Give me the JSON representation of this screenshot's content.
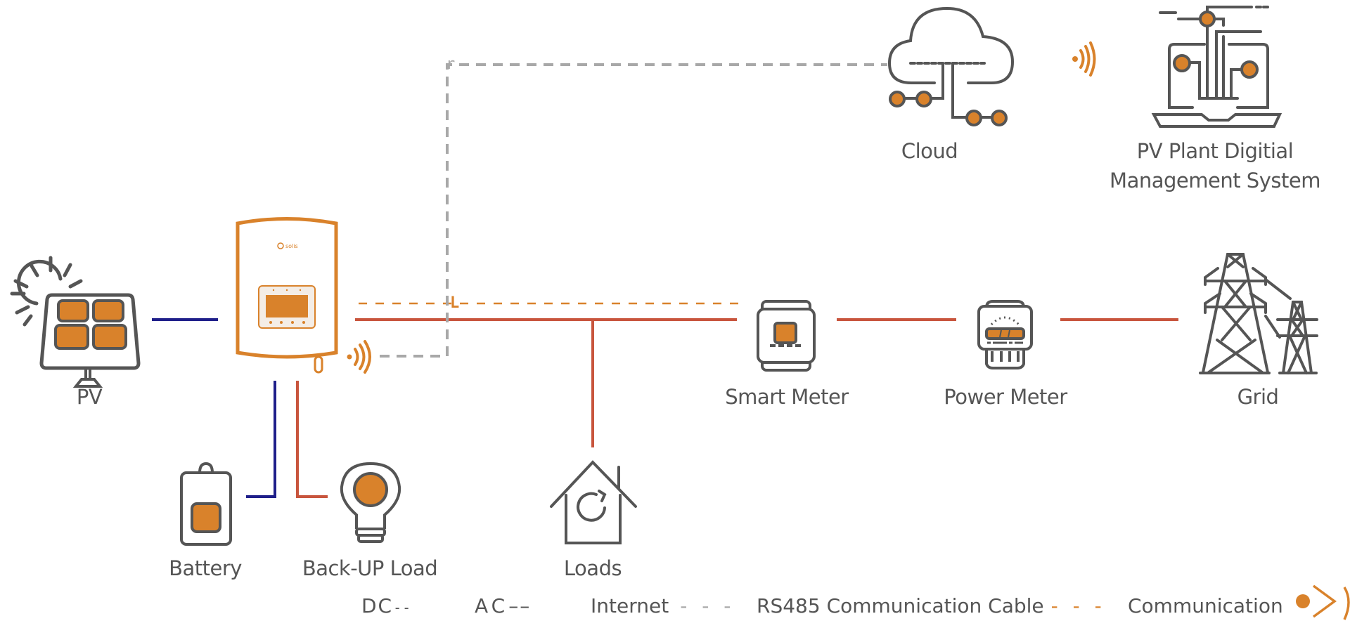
{
  "nodes": {
    "pv": {
      "label": "PV"
    },
    "inverter": {
      "brand": "solis"
    },
    "battery": {
      "label": "Battery"
    },
    "backup_load": {
      "label": "Back-UP Load"
    },
    "loads": {
      "label": "Loads"
    },
    "smart_meter": {
      "label": "Smart Meter"
    },
    "power_meter": {
      "label": "Power Meter"
    },
    "grid": {
      "label": "Grid"
    },
    "cloud": {
      "label": "Cloud"
    },
    "pv_plant": {
      "label_line1": "PV Plant Digitial",
      "label_line2": "Management System"
    }
  },
  "legend": {
    "dc": {
      "label": "DC",
      "marker": "--"
    },
    "ac": {
      "label": "AC",
      "marker": "––"
    },
    "internet": {
      "label": "Internet",
      "marker": "- - -"
    },
    "rs485": {
      "label": "RS485 Communication Cable",
      "marker": "- - -"
    },
    "communication": {
      "label": "Communication"
    }
  },
  "colors": {
    "accent": "#d9822b",
    "icon_stroke": "#555555",
    "ac_line": "#c8553d",
    "dc_line": "#1f1f8a",
    "internet_line": "#a8a8a8",
    "rs485_line": "#d9822b"
  }
}
